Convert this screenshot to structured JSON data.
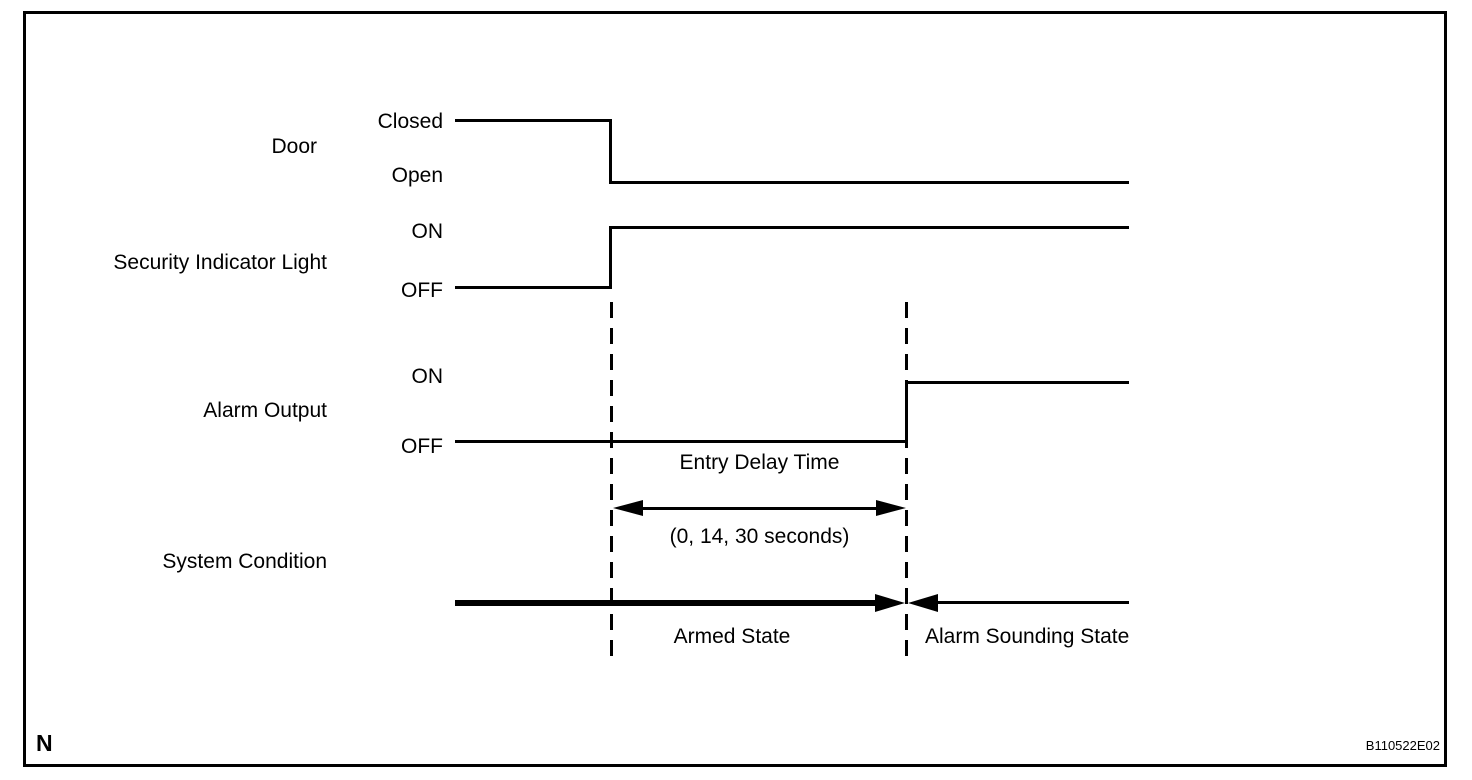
{
  "figure": {
    "footnote": "N",
    "code": "B110522E02"
  },
  "rows": {
    "door": {
      "label": "Door",
      "states": {
        "high": "Closed",
        "low": "Open"
      }
    },
    "security_light": {
      "label": "Security Indicator Light",
      "states": {
        "high": "ON",
        "low": "OFF"
      }
    },
    "alarm_output": {
      "label": "Alarm Output",
      "states": {
        "high": "ON",
        "low": "OFF"
      }
    },
    "system_condition": {
      "label": "System Condition"
    }
  },
  "annotations": {
    "entry_delay": {
      "title": "Entry Delay Time",
      "values": "(0, 14, 30 seconds)"
    },
    "armed_state": "Armed State",
    "alarm_sounding_state": "Alarm Sounding State"
  },
  "timeline": {
    "signals": [
      {
        "name": "Door",
        "initial": "Closed",
        "transitions": [
          {
            "at": "door-open-event",
            "to": "Open"
          }
        ]
      },
      {
        "name": "Security Indicator Light",
        "initial": "OFF",
        "transitions": [
          {
            "at": "door-open-event",
            "to": "ON"
          }
        ]
      },
      {
        "name": "Alarm Output",
        "initial": "OFF",
        "transitions": [
          {
            "at": "entry-delay-elapsed",
            "to": "ON"
          }
        ]
      },
      {
        "name": "System Condition",
        "initial": "Armed State",
        "transitions": [
          {
            "at": "entry-delay-elapsed",
            "to": "Alarm Sounding State"
          }
        ]
      }
    ],
    "interval": {
      "name": "Entry Delay Time",
      "duration_options": "(0, 14, 30 seconds)",
      "from": "door-open-event",
      "to": "entry-delay-elapsed"
    }
  },
  "colors": {
    "ink": "#000000",
    "paper": "#ffffff"
  }
}
